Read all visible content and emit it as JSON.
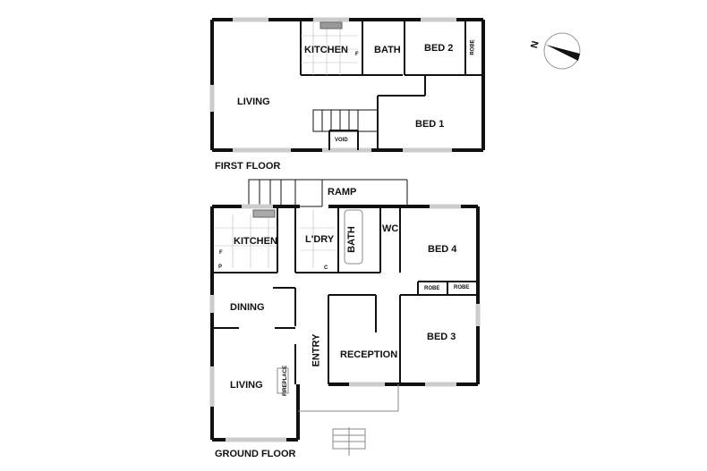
{
  "first_floor": {
    "title": "FIRST FLOOR",
    "rooms": {
      "living": "LIVING",
      "kitchen": "KITCHEN",
      "bath": "BATH",
      "bed2": "BED 2",
      "robe": "ROBE",
      "bed1": "BED 1",
      "void": "VOID",
      "fridge": "F"
    }
  },
  "ground_floor": {
    "title": "GROUND FLOOR",
    "rooms": {
      "ramp": "RAMP",
      "kitchen": "KITCHEN",
      "laundry": "L'DRY",
      "bath": "BATH",
      "wc": "WC",
      "bed4": "BED 4",
      "robe1": "ROBE",
      "robe2": "ROBE",
      "dining": "DINING",
      "entry": "ENTRY",
      "reception": "RECEPTION",
      "bed3": "BED 3",
      "living": "LIVING",
      "fireplace": "FIREPLACE",
      "fridge": "F",
      "pantry": "P",
      "cupboard": "C"
    }
  },
  "compass": {
    "label": "N"
  }
}
